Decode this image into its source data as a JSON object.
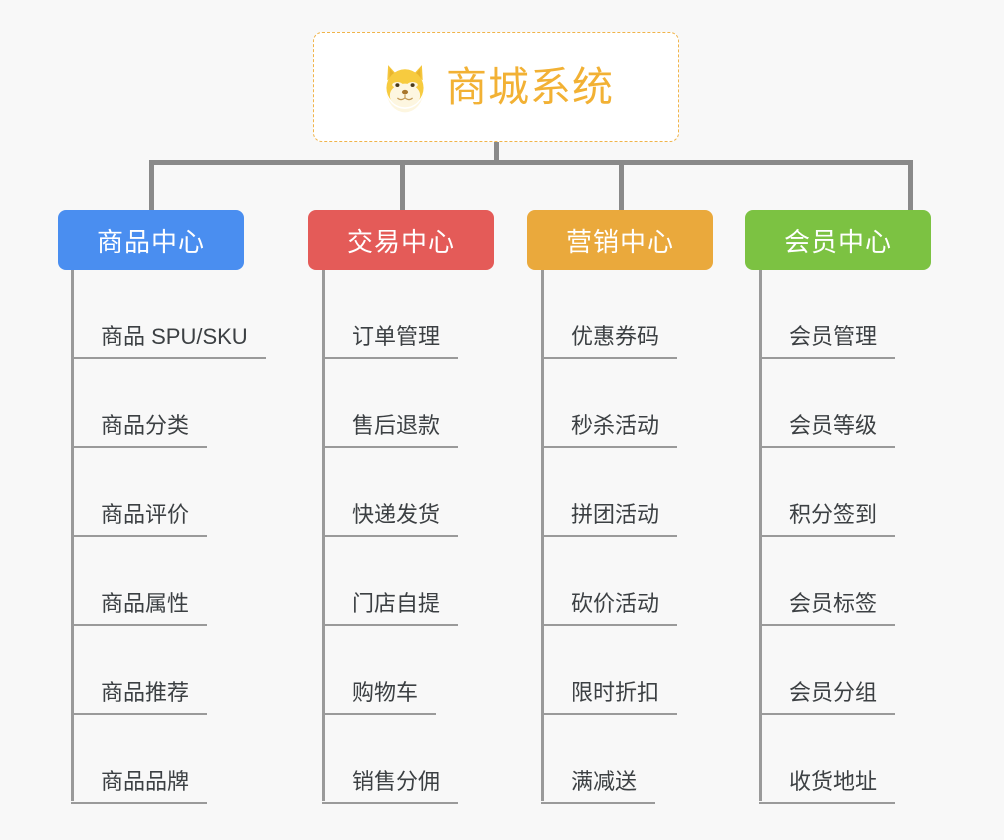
{
  "page": {
    "background_color": "#f8f8f8",
    "type": "organization-chart"
  },
  "root": {
    "title": "商城系统",
    "icon": "shiba-dog-face-emoji",
    "text_color": "#f2b134",
    "border_color": "#f0b44a",
    "background_color": "#ffffff"
  },
  "connector_color": "#8a8a8a",
  "columns": [
    {
      "title": "商品中心",
      "color": "#4a8ef0",
      "items": [
        "商品 SPU/SKU",
        "商品分类",
        "商品评价",
        "商品属性",
        "商品推荐",
        "商品品牌"
      ]
    },
    {
      "title": "交易中心",
      "color": "#e45b58",
      "items": [
        "订单管理",
        "售后退款",
        "快递发货",
        "门店自提",
        "购物车",
        "销售分佣"
      ]
    },
    {
      "title": "营销中心",
      "color": "#eaa93c",
      "items": [
        "优惠券码",
        "秒杀活动",
        "拼团活动",
        "砍价活动",
        "限时折扣",
        "满减送"
      ]
    },
    {
      "title": "会员中心",
      "color": "#7cc242",
      "items": [
        "会员管理",
        "会员等级",
        "积分签到",
        "会员标签",
        "会员分组",
        "收货地址"
      ]
    }
  ]
}
